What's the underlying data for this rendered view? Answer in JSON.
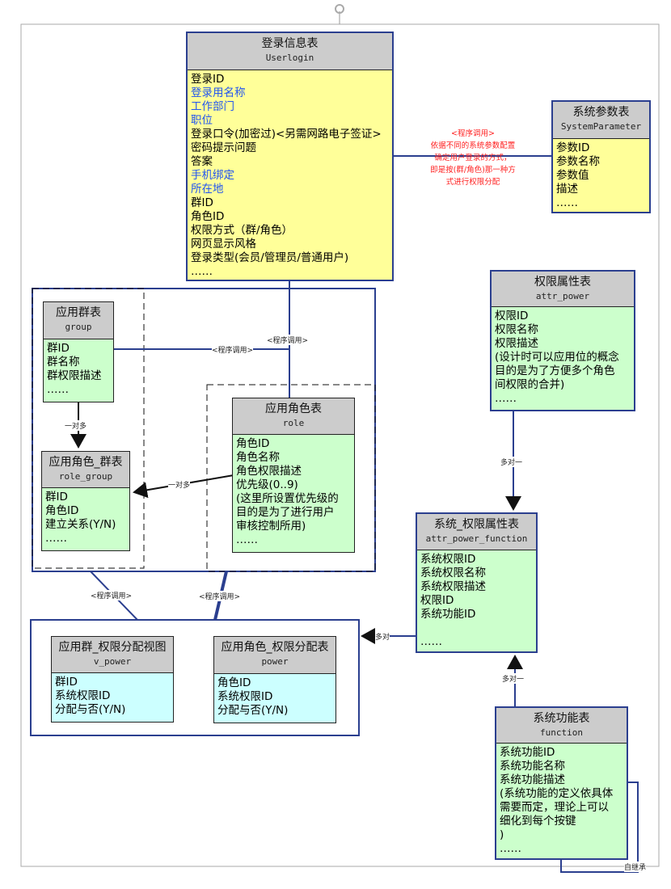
{
  "tables": {
    "userlogin": {
      "cn": "登录信息表",
      "en": "Userlogin",
      "fields": [
        {
          "t": "登录ID"
        },
        {
          "t": "登录用名称",
          "blue": true
        },
        {
          "t": "工作部门",
          "blue": true
        },
        {
          "t": "职位",
          "blue": true
        },
        {
          "t": "登录口令(加密过)<另需网路电子签证>"
        },
        {
          "t": "密码提示问题"
        },
        {
          "t": "答案"
        },
        {
          "t": "手机绑定",
          "blue": true
        },
        {
          "t": "所在地",
          "blue": true
        },
        {
          "t": "群ID"
        },
        {
          "t": "角色ID"
        },
        {
          "t": "权限方式（群/角色）"
        },
        {
          "t": "网页显示风格"
        },
        {
          "t": "登录类型(会员/管理员/普通用户)"
        },
        {
          "t": "……"
        }
      ]
    },
    "sysparam": {
      "cn": "系统参数表",
      "en": "SystemParameter",
      "fields": [
        {
          "t": "参数ID"
        },
        {
          "t": "参数名称"
        },
        {
          "t": "参数值"
        },
        {
          "t": "描述"
        },
        {
          "t": "……"
        }
      ]
    },
    "attr_power": {
      "cn": "权限属性表",
      "en": "attr_power",
      "fields": [
        {
          "t": "权限ID"
        },
        {
          "t": "权限名称"
        },
        {
          "t": "权限描述"
        },
        {
          "t": "(设计时可以应用位的概念"
        },
        {
          "t": "目的是为了方便多个角色"
        },
        {
          "t": "间权限的合并)"
        },
        {
          "t": "……"
        }
      ]
    },
    "attr_power_function": {
      "cn": "系统_权限属性表",
      "en": "attr_power_function",
      "fields": [
        {
          "t": "系统权限ID"
        },
        {
          "t": "系统权限名称"
        },
        {
          "t": "系统权限描述"
        },
        {
          "t": "权限ID"
        },
        {
          "t": "系统功能ID"
        },
        {
          "t": ""
        },
        {
          "t": "……"
        }
      ]
    },
    "function": {
      "cn": "系统功能表",
      "en": "function",
      "fields": [
        {
          "t": "系统功能ID"
        },
        {
          "t": "系统功能名称"
        },
        {
          "t": "系统功能描述"
        },
        {
          "t": "(系统功能的定义依具体"
        },
        {
          "t": "需要而定，理论上可以"
        },
        {
          "t": "细化到每个按键"
        },
        {
          "t": ")"
        },
        {
          "t": "……"
        }
      ]
    },
    "group": {
      "cn": "应用群表",
      "en": "group",
      "fields": [
        {
          "t": "群ID"
        },
        {
          "t": "群名称"
        },
        {
          "t": "群权限描述"
        },
        {
          "t": "……"
        }
      ]
    },
    "role_group": {
      "cn": "应用角色_群表",
      "en": "role_group",
      "fields": [
        {
          "t": "群ID"
        },
        {
          "t": "角色ID"
        },
        {
          "t": "建立关系(Y/N)"
        },
        {
          "t": "……"
        }
      ]
    },
    "role": {
      "cn": "应用角色表",
      "en": "role",
      "fields": [
        {
          "t": "角色ID"
        },
        {
          "t": "角色名称"
        },
        {
          "t": "角色权限描述"
        },
        {
          "t": "优先级(0..9)"
        },
        {
          "t": "(这里所设置优先级的"
        },
        {
          "t": "目的是为了进行用户"
        },
        {
          "t": "审核控制所用)"
        },
        {
          "t": "……"
        }
      ]
    },
    "v_power": {
      "cn": "应用群_权限分配视图",
      "en": "v_power",
      "fields": [
        {
          "t": "群ID"
        },
        {
          "t": "系统权限ID"
        },
        {
          "t": "分配与否(Y/N)"
        }
      ]
    },
    "power": {
      "cn": "应用角色_权限分配表",
      "en": "power",
      "fields": [
        {
          "t": "角色ID"
        },
        {
          "t": "系统权限ID"
        },
        {
          "t": "分配与否(Y/N)"
        }
      ]
    }
  },
  "labels": {
    "call1": "<程序调用>",
    "call2": "<程序调用>",
    "call3": "<程序调用>",
    "call4": "<程序调用>",
    "one_many1": "一对多",
    "one_many2": "一对多",
    "many_one1": "多对一",
    "many_one2": "多对一",
    "many_to": "多对",
    "self_inherit": "自继承"
  },
  "note": [
    "<程序调用>",
    "依据不同的系统参数配置",
    "确定用户登录的方式，",
    "即是按(群/角色)那一种方",
    "式进行权限分配"
  ],
  "colors": {
    "line": "#2b3f8f",
    "header": "#cccccc",
    "yellow": "#ffff99",
    "green": "#ccffcc",
    "cyan": "#ccffff",
    "note": "#ff2222"
  }
}
